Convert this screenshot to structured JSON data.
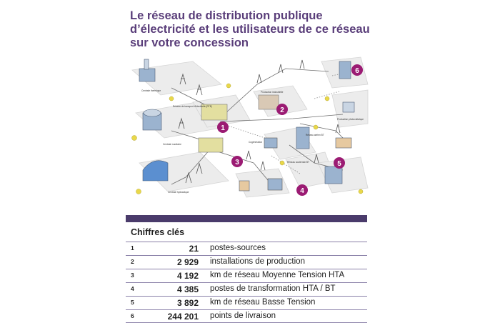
{
  "title": {
    "line1": "Le réseau de distribution publique",
    "line2": "d’électricité et les utilisateurs de ce réseau",
    "line3": "sur votre concession"
  },
  "illustration": {
    "badges": [
      "1",
      "2",
      "3",
      "4",
      "5",
      "6"
    ],
    "labels": [
      "Centrale thermique",
      "Réseau de transport d'électricité (RTE)",
      "Centrale nucléaire",
      "Centrale hydraulique",
      "Production industrielle",
      "Production photovoltaïque",
      "Réseau aérien BT",
      "Réseau souterrain BT",
      "Cogénération"
    ],
    "colors": {
      "badge": "#9b1b73",
      "building": "#9bb3cf",
      "ground": "#e8e8e8",
      "tree": "#e9d84a"
    }
  },
  "key_figures": {
    "heading": "Chiffres clés",
    "rows": [
      {
        "num": "1",
        "value": "21",
        "label": "postes-sources"
      },
      {
        "num": "2",
        "value": "2 929",
        "label": "installations de production"
      },
      {
        "num": "3",
        "value": "4 192",
        "label": "km de réseau Moyenne Tension HTA"
      },
      {
        "num": "4",
        "value": "4 385",
        "label": "postes de transformation HTA / BT"
      },
      {
        "num": "5",
        "value": "3 892",
        "label": "km de réseau Basse Tension"
      },
      {
        "num": "6",
        "value": "244 201",
        "label": "points de livraison"
      }
    ]
  }
}
